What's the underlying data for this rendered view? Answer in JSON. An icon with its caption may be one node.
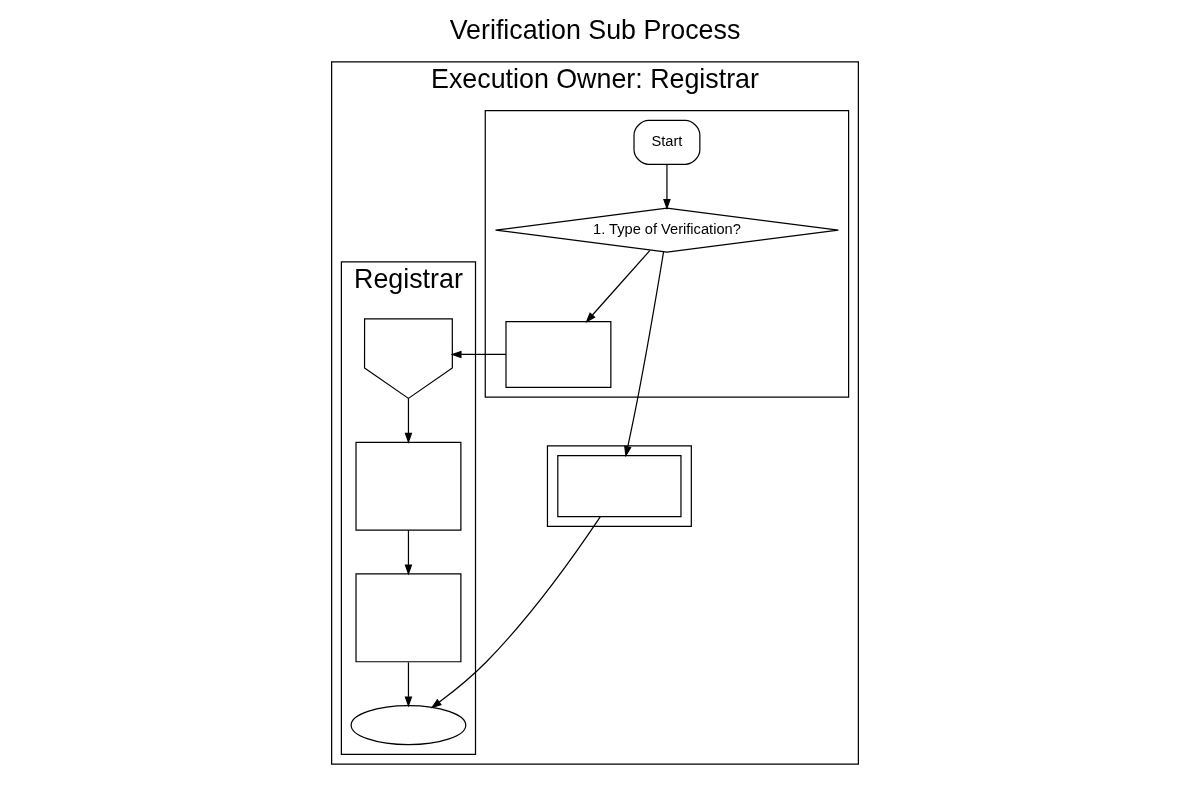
{
  "diagram": {
    "title": "Verification Sub Process",
    "nodes": [
      {
        "text": [
          "Execution Owner: Registrar"
        ]
      },
      {
        "text": [],
        "shape": "box",
        "in": 0
      },
      {
        "text": [
          "Registrar"
        ],
        "in": 0
      },
      {
        "text": [],
        "shape": "box",
        "in": 0
      },
      {
        "text": [
          "Start"
        ],
        "in": 1
      },
      {
        "text": [
          "1. Type of Verification?"
        ],
        "in": 1
      },
      {
        "text": [],
        "shape": "box",
        "in": 1
      },
      {
        "text": [],
        "shape": "pentagon",
        "in": 2
      },
      {
        "text": [],
        "shape": "box",
        "in": 2
      },
      {
        "text": [],
        "shape": "box",
        "in": 2
      },
      {
        "text": [],
        "shape": "oval",
        "in": 2
      },
      {
        "text": [],
        "shape": "box",
        "in": 3
      }
    ],
    "edges": [
      {
        "from": 4,
        "to": 5,
        "arrow": "to"
      },
      {
        "from": 5,
        "to": 6,
        "arrow": "to"
      },
      {
        "from": 6,
        "to": 7,
        "arrow": "to"
      },
      {
        "from": 7,
        "to": 8,
        "arrow": "to"
      },
      {
        "from": 8,
        "to": 9,
        "arrow": "to"
      },
      {
        "from": 9,
        "to": 10,
        "arrow": "to"
      },
      {
        "from": 5,
        "to": 11,
        "arrow": "to"
      },
      {
        "from": 11,
        "to": 10,
        "arrow": "to"
      }
    ]
  }
}
